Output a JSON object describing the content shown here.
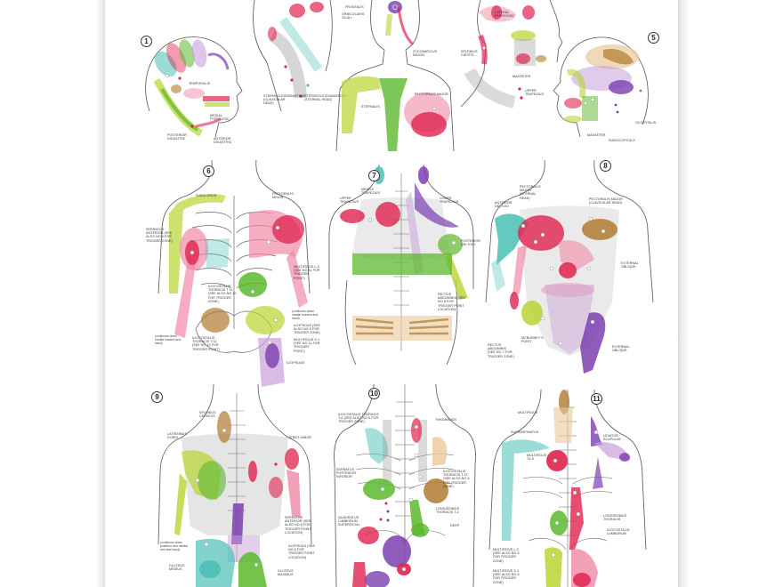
{
  "poster": {
    "background": "#ffffff",
    "panels": [
      {
        "number": "1",
        "view": "head-side-left",
        "labels": [
          "Temporalis",
          "Medial Pterygoid",
          "Posterior Digastric",
          "Anterior Digastric"
        ]
      },
      {
        "number": "2",
        "view": "neck-side",
        "labels": [
          "Sternocleidomastoid (clavicular head)",
          "Sternocleidomastoid (sternal head)"
        ]
      },
      {
        "number": "3",
        "view": "face-chest-front",
        "labels": [
          "Frontalis",
          "Orbicularis Oculi",
          "Zygomaticus Major",
          "Sternalis",
          "Pectoralis Major"
        ]
      },
      {
        "number": "4",
        "view": "head-neck-side-right",
        "labels": [
          "Lateral Pterygoid",
          "Splenius Capitis",
          "Masseter",
          "Upper Trapezius"
        ]
      },
      {
        "number": "5",
        "view": "head-side-right",
        "labels": [
          "Occipitalis",
          "Masseter",
          "Suboccipitals"
        ]
      },
      {
        "number": "6",
        "view": "torso-front-skeleton",
        "labels": [
          "Subclavius",
          "Pectoralis Minor",
          "Serratus Anterior (see also No 9 for trigger zone)",
          "Multifidus L-2 (see No 11 for trigger point)",
          "Iliocostalis Thoracis T-11 (see also No 10 for trigger zone)",
          "Iliocostalis Thoracis T-11 (see No 10 for trigger point)",
          "Iliopsoas (see also No 9 for trigger zone)",
          "Multifidus S-1 (see No 11 for trigger point)",
          "Iliopsoas"
        ],
        "notes": [
          "(continues down medial forearm and hand)",
          "(continues down medial forearm and hand)"
        ]
      },
      {
        "number": "7",
        "view": "back-muscles",
        "labels": [
          "Upper Trapezius",
          "Middle Trapezius",
          "Lower Trapezius",
          "Posterior Deltoid",
          "Rectus Abdominis (see No 8 for trigger point location)"
        ]
      },
      {
        "number": "8",
        "view": "torso-front-muscles",
        "labels": [
          "Anterior Deltoid",
          "Pectoralis Major (sternal head)",
          "Pectoralis Major (clavicular head)",
          "External Oblique",
          "McBurney's Point",
          "Rectus Abdominis (see No 7 for trigger zone)",
          "External Oblique"
        ]
      },
      {
        "number": "9",
        "view": "back-muscles",
        "labels": [
          "Splenius Cervicis",
          "Latissimus Dorsi",
          "Teres Minor",
          "Serratus Anterior (see also No 6 for trigger point location)",
          "Iliopsoas (see No 6 for trigger point location)",
          "Gluteus Medius",
          "Gluteus Maximus"
        ],
        "notes": [
          "(continues down posterior and medial arm and hand)"
        ]
      },
      {
        "number": "10",
        "view": "back-skeleton",
        "labels": [
          "Iliocostalis Thoracis T-6 (see also No 6 for trigger zone)",
          "Rhomboids",
          "Serratus Posterior Inferior",
          "Iliocostalis Thoracis T-11 (see also No 6 for trigger zone)",
          "Quadratus Lumborum Superficial",
          "Longissimus Thoracis T-1",
          "Deep"
        ]
      },
      {
        "number": "11",
        "view": "back-skeleton",
        "labels": [
          "Multifidus",
          "Supraspinatus",
          "Levator Scapulae",
          "Multifidus T4-5",
          "Longissimus Thoracis",
          "Iliocostalis Lumborum",
          "Multifidus L-2 (see also No 6 for trigger zone)",
          "Multifidus S-1 (see also No 6 for trigger zone)"
        ]
      }
    ]
  },
  "colors": {
    "red": "#e0234e",
    "pink": "#f08aa6",
    "lime": "#b8d432",
    "green": "#5cb82e",
    "teal": "#4bbfb5",
    "purple": "#7b3fb0",
    "lavender": "#c9a0d8",
    "brown": "#b07a30",
    "tan": "#e9c99a",
    "line": "#444444"
  }
}
